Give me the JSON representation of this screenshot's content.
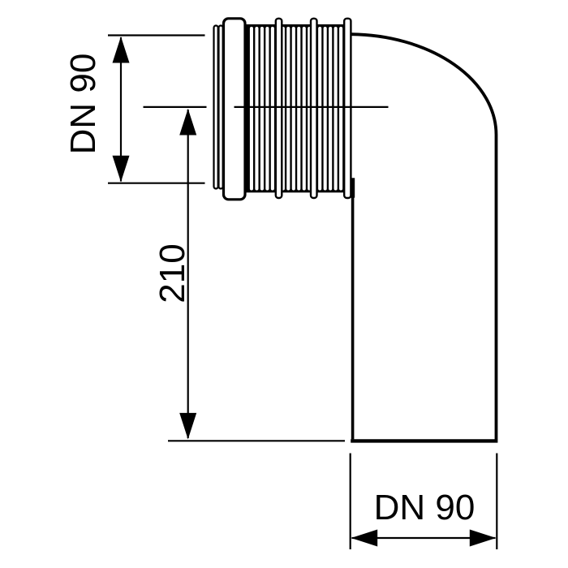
{
  "drawing": {
    "background_color": "#ffffff",
    "stroke_color": "#000000",
    "dimensions": {
      "inlet_diameter_label": "DN 90",
      "vertical_length_label": "210",
      "outlet_diameter_label": "DN 90"
    }
  }
}
